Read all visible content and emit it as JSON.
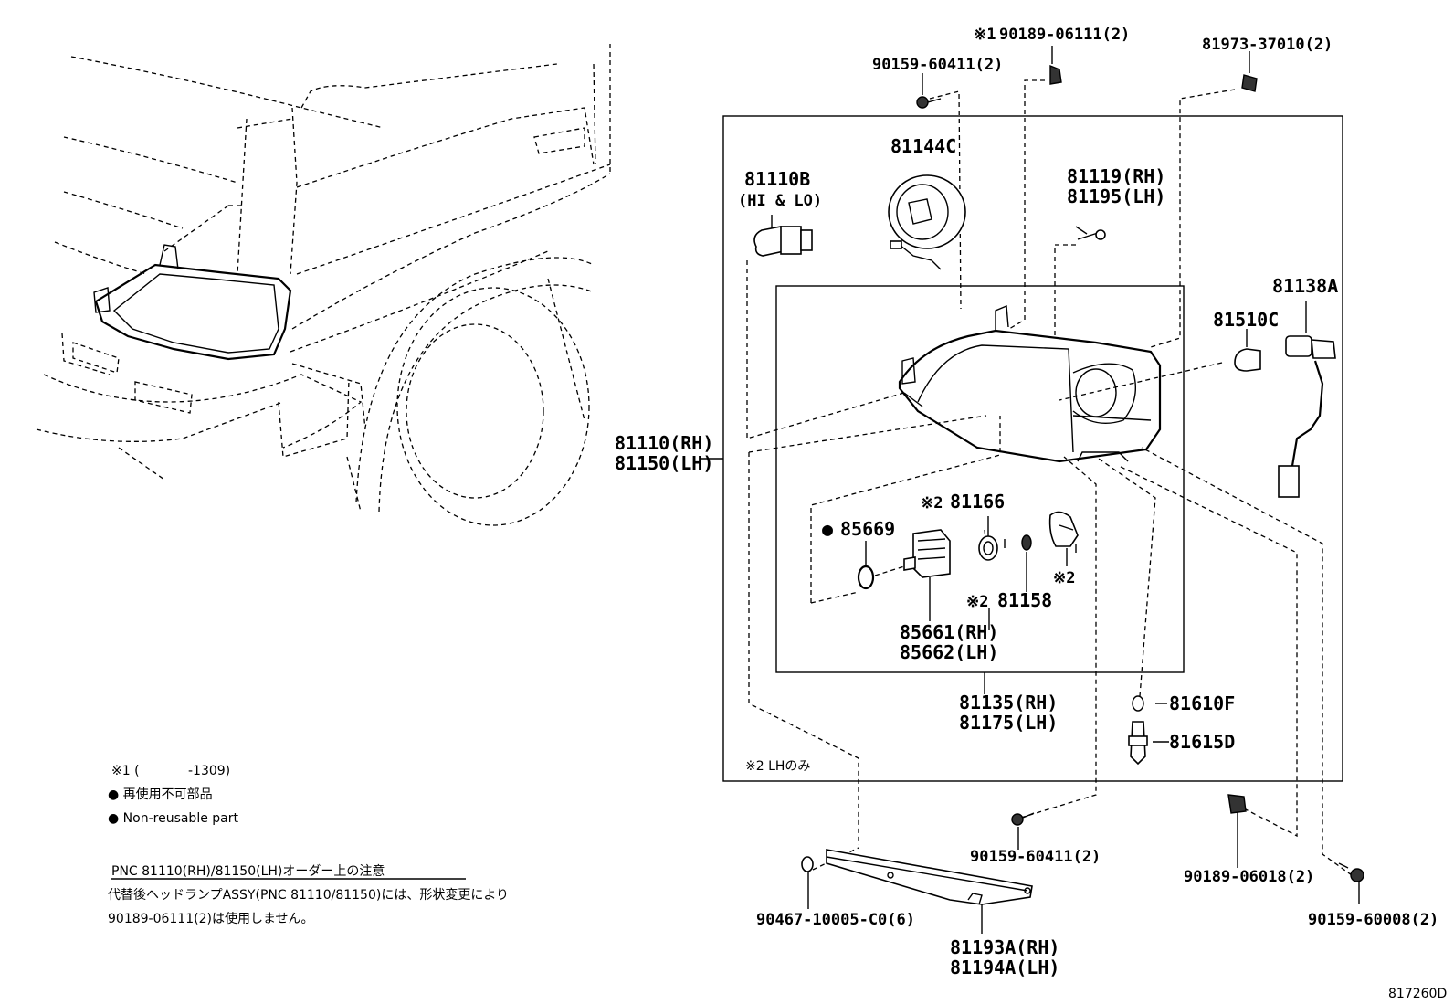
{
  "labels": {
    "p90189_06111": "90189-06111(2)",
    "mark1": "※1",
    "p81973": "81973-37010(2)",
    "p90159_top": "90159-60411(2)",
    "p81144": "81144C",
    "p81110b": "81110B",
    "hilo": "(HI & LO)",
    "p81119": "81119(RH)",
    "p81195": "81195(LH)",
    "p81138": "81138A",
    "p81510": "81510C",
    "p81110": "81110(RH)",
    "p81150": "81150(LH)",
    "mark2a": "※2",
    "p81166": "81166",
    "dot": "●",
    "p85669": "85669",
    "mark2b": "※2",
    "mark2c": "※2",
    "p81158": "81158",
    "p85661": "85661(RH)",
    "p85662": "85662(LH)",
    "p81135": "81135(RH)",
    "p81175": "81175(LH)",
    "p81610": "81610F",
    "p81615": "81615D",
    "lh_only": "※2 LHのみ",
    "p90159_bot": "90159-60411(2)",
    "p90189_06018": "90189-06018(2)",
    "p90467": "90467-10005-C0(6)",
    "p81193": "81193A(RH)",
    "p81194": "81194A(LH)",
    "p90159_60008": "90159-60008(2)",
    "code": "817260D"
  },
  "notes": {
    "n1_mark": "※1 (",
    "n1_range": "-1309)",
    "n2": "● 再使用不可部品",
    "n3": "● Non-reusable part",
    "n4": "PNC 81110(RH)/81150(LH)オーダー上の注意",
    "n5": "代替後ヘッドランプASSY(PNC 81110/81150)には、形状変更により",
    "n6": "90189-06111(2)は使用しません。"
  }
}
